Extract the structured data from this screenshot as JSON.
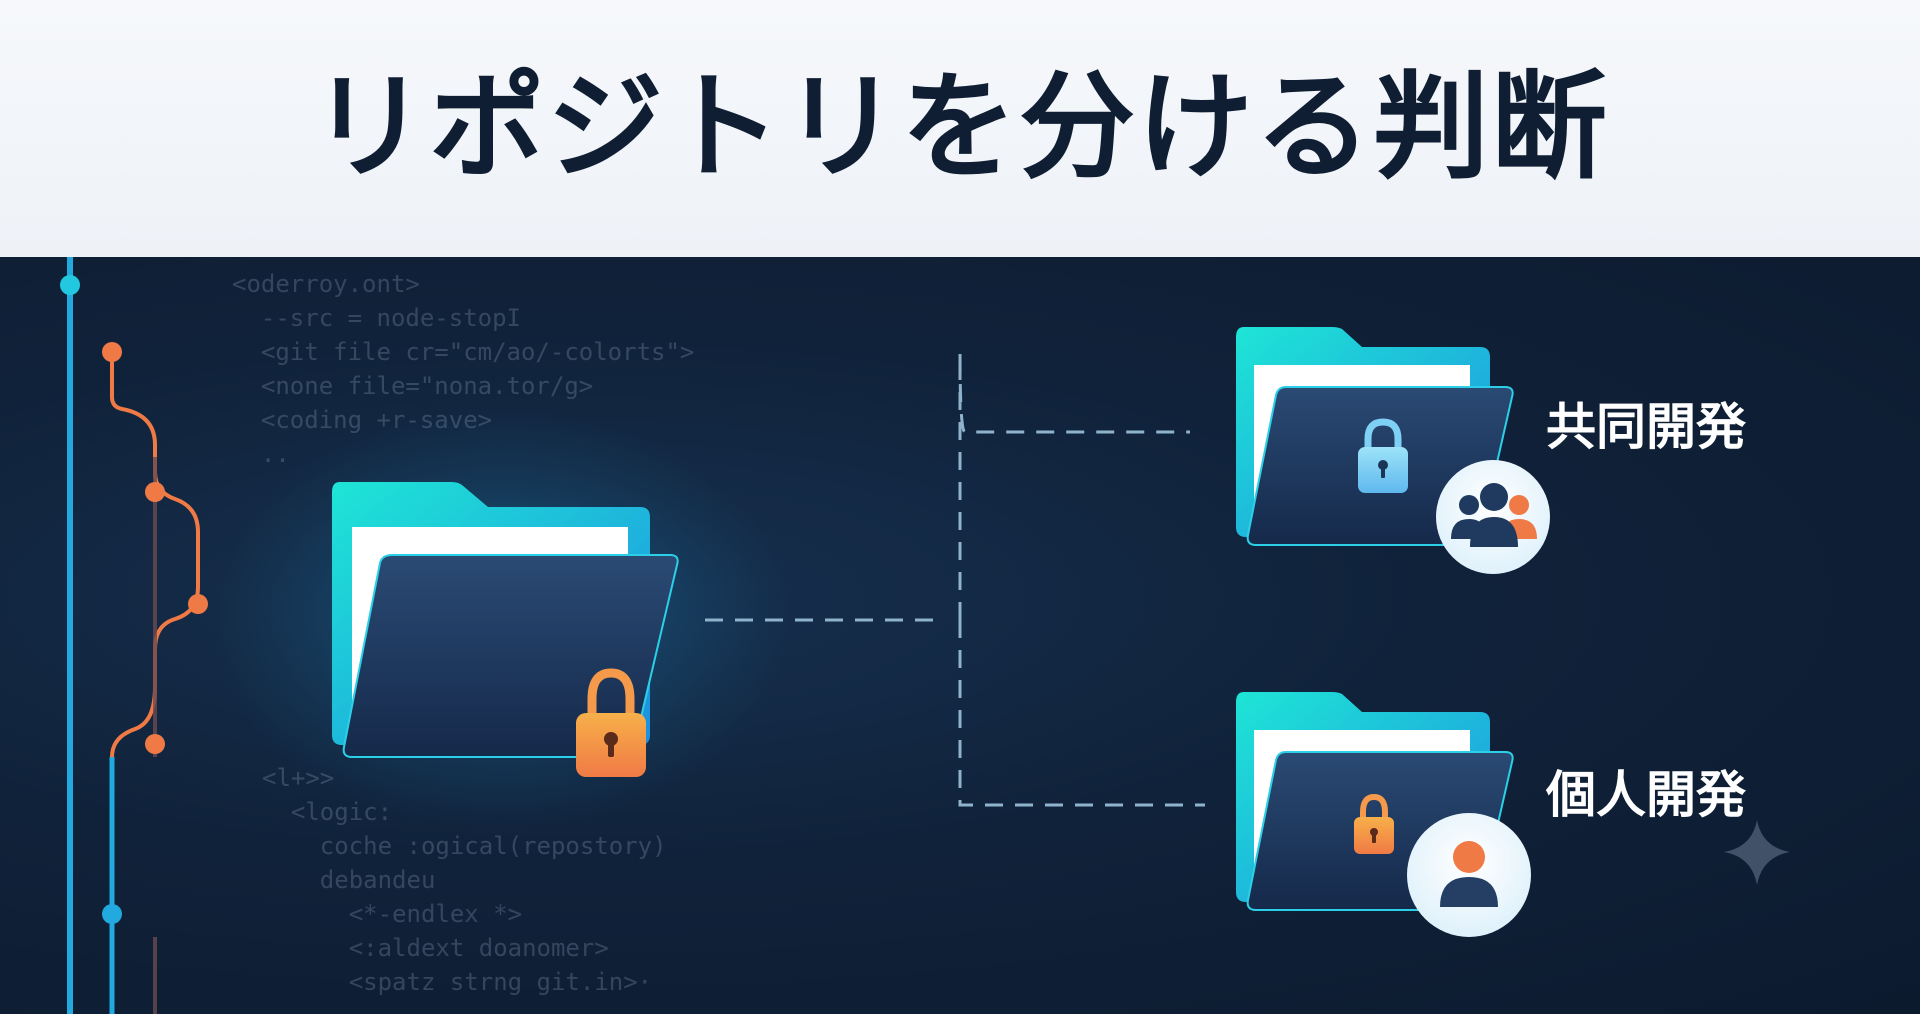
{
  "title": "リポジトリを分ける判断",
  "code_lines_top": [
    "<oderroy.ont>",
    "  --src = node-stopI",
    "  <git file cr=\"cm/ao/-colorts\">",
    "  <none file=\"nona.tor/g>",
    "  <coding +r-save>",
    "  .."
  ],
  "code_lines_bottom": [
    "<l+>>",
    "  <logic:",
    "    coche :ogical(repostory)",
    "    debandeu",
    "      <*-endlex *>",
    "      <:aldext doanomer>",
    "      <spatz strng git.in>·"
  ],
  "branches": {
    "shared": {
      "label": "共同開発",
      "icon": "users-icon"
    },
    "personal": {
      "label": "個人開発",
      "icon": "user-icon"
    }
  },
  "colors": {
    "navy": "#0f1e33",
    "teal": "#1ee0d4",
    "cyan": "#22a9e0",
    "orange": "#f07a45",
    "lock_orange": "#f59a4a",
    "lock_blue": "#7fd0f5"
  }
}
